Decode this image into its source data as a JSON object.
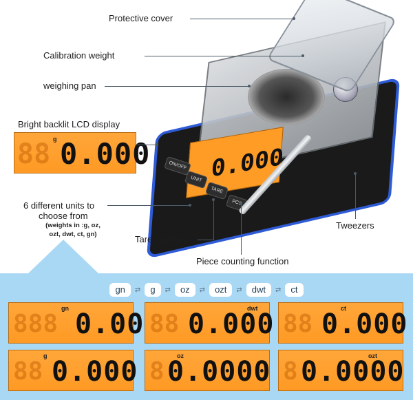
{
  "callouts": {
    "protective_cover": "Protective cover",
    "calibration_weight": "Calibration weight",
    "weighing_pan": "weighing pan",
    "lcd_display": "Bright backlit LCD display",
    "units_line1": "6 different units to",
    "units_line2": "choose from",
    "units_note1": "(weights in :g, oz,",
    "units_note2": "ozt, dwt, ct, gn)",
    "tweezers": "Tweezers",
    "tare": "Tare function",
    "piece_counting": "Piece counting function"
  },
  "hero_lcd": {
    "unit": "g",
    "reading": "0.000",
    "ghost": "88"
  },
  "scale": {
    "display_reading": "0.000",
    "keys": [
      "ON/OFF",
      "UNIT",
      "TARE",
      "PCS"
    ]
  },
  "unit_chain": [
    "gn",
    "g",
    "oz",
    "ozt",
    "dwt",
    "ct"
  ],
  "unit_separator": "⇄",
  "displays": [
    {
      "unit": "gn",
      "reading": "0.00"
    },
    {
      "unit": "dwt",
      "reading": "0.000"
    },
    {
      "unit": "ct",
      "reading": "0.000"
    },
    {
      "unit": "g",
      "reading": "0.000"
    },
    {
      "unit": "oz",
      "reading": "0.0000"
    },
    {
      "unit": "ozt",
      "reading": "0.0000"
    }
  ],
  "colors": {
    "accent_blue": "#2e5bd6",
    "lcd_orange": "#ff9c26",
    "band_blue": "#a9d8f4"
  }
}
